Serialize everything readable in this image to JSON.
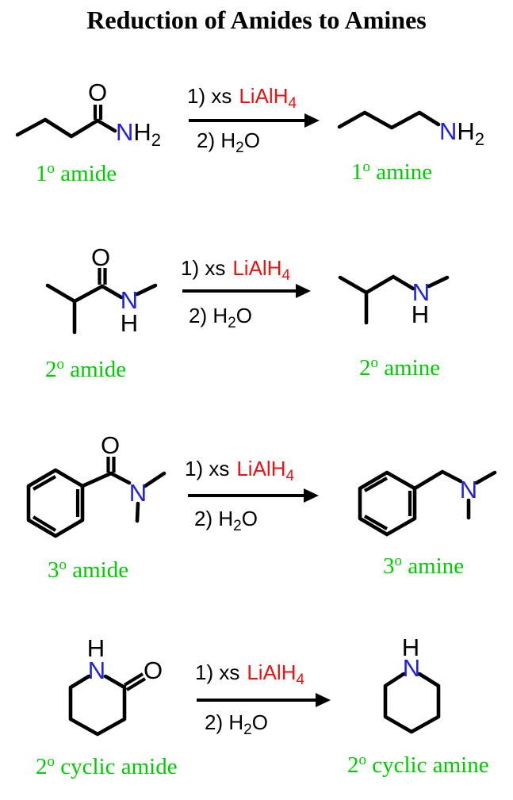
{
  "title": "Reduction of Amides to Amines",
  "colors": {
    "bond": "#000000",
    "nitrogen": "#2222dd",
    "reagent_red": "#ee1111",
    "label_green": "#00cc00"
  },
  "conditions": {
    "step1_black": "1) xs",
    "step1_reagent": "LiAlH",
    "step1_reagent_sub": "4",
    "step2_prefix": "2) H",
    "step2_sub": "2",
    "step2_suffix": "O"
  },
  "rows": [
    {
      "reactant_label": {
        "num": "1",
        "sup": "o",
        "rest": " amide"
      },
      "product_label": {
        "num": "1",
        "sup": "o",
        "rest": " amine"
      },
      "reactant_atoms": {
        "o": "O",
        "n": "N",
        "h": "H",
        "h_sub": "2"
      },
      "product_atoms": {
        "n": "N",
        "h": "H",
        "h_sub": "2"
      }
    },
    {
      "reactant_label": {
        "num": "2",
        "sup": "o",
        "rest": " amide"
      },
      "product_label": {
        "num": "2",
        "sup": "o",
        "rest": " amine"
      },
      "reactant_atoms": {
        "o": "O",
        "n": "N",
        "h": "H"
      },
      "product_atoms": {
        "n": "N",
        "h": "H"
      }
    },
    {
      "reactant_label": {
        "num": "3",
        "sup": "o",
        "rest": " amide"
      },
      "product_label": {
        "num": "3",
        "sup": "o",
        "rest": " amine"
      },
      "reactant_atoms": {
        "o": "O",
        "n": "N"
      },
      "product_atoms": {
        "n": "N"
      }
    },
    {
      "reactant_label": {
        "num": "2",
        "sup": "o",
        "rest": " cyclic amide"
      },
      "product_label": {
        "num": "2",
        "sup": "o",
        "rest": " cyclic amine"
      },
      "reactant_atoms": {
        "h": "H",
        "n": "N",
        "o": "O"
      },
      "product_atoms": {
        "h": "H",
        "n": "N"
      }
    }
  ]
}
